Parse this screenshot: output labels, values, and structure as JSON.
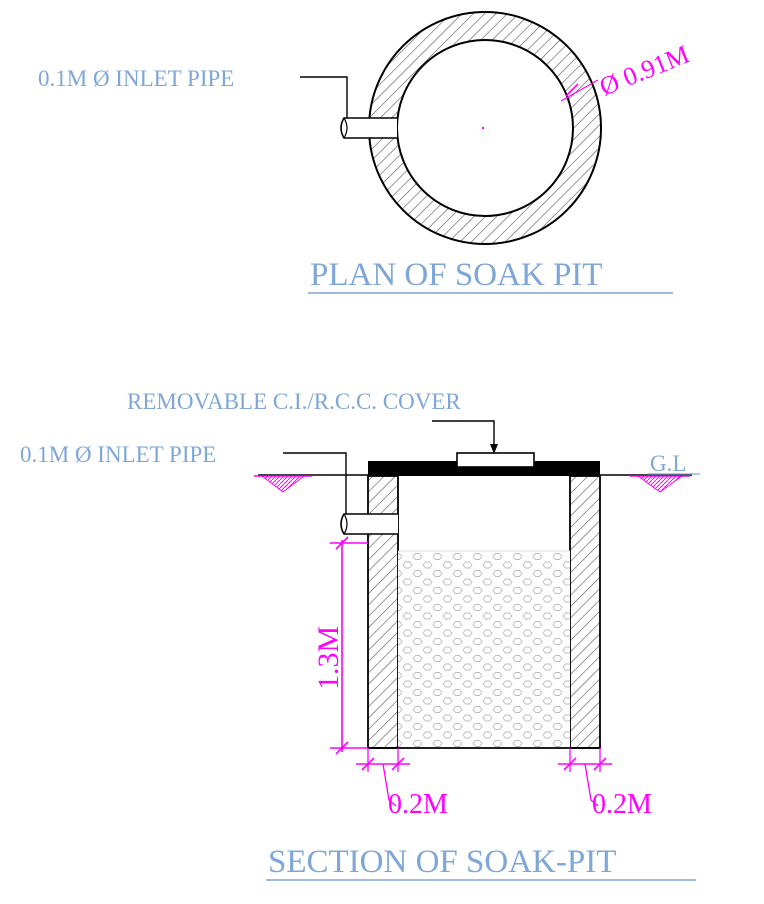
{
  "colors": {
    "label": "#7ea6d8",
    "dimension": "#ff00ff",
    "line": "#000000",
    "hatch": "#555555"
  },
  "plan": {
    "inlet_label": "0.1M Ø INLET PIPE",
    "diameter_label": "Ø 0.91M",
    "title": "PLAN OF SOAK PIT"
  },
  "section": {
    "cover_label": "REMOVABLE  C.I./R.C.C. COVER",
    "inlet_label": "0.1M Ø INLET PIPE",
    "ground_label": "G.L",
    "depth_label": "1.3M",
    "wall_left_label": "0.2M",
    "wall_right_label": "0.2M",
    "title": "SECTION OF SOAK-PIT"
  }
}
